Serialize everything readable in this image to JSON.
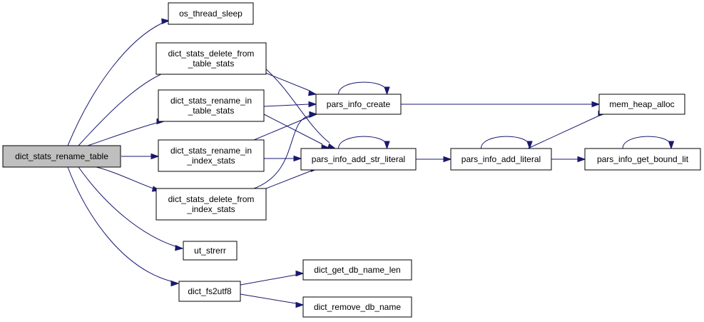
{
  "graph": {
    "colors": {
      "edge": "#191970",
      "root_fill": "#bfbfbf",
      "node_fill": "#ffffff",
      "node_border": "#000000"
    },
    "nodes": [
      {
        "id": "root",
        "label": [
          "dict_stats_rename_table"
        ],
        "root": true
      },
      {
        "id": "os_thread_sleep",
        "label": [
          "os_thread_sleep"
        ]
      },
      {
        "id": "del_table",
        "label": [
          "dict_stats_delete_from",
          "_table_stats"
        ]
      },
      {
        "id": "ren_table",
        "label": [
          "dict_stats_rename_in",
          "_table_stats"
        ]
      },
      {
        "id": "ren_index",
        "label": [
          "dict_stats_rename_in",
          "_index_stats"
        ]
      },
      {
        "id": "del_index",
        "label": [
          "dict_stats_delete_from",
          "_index_stats"
        ]
      },
      {
        "id": "ut_strerr",
        "label": [
          "ut_strerr"
        ]
      },
      {
        "id": "fs2utf8",
        "label": [
          "dict_fs2utf8"
        ]
      },
      {
        "id": "pi_create",
        "label": [
          "pars_info_create"
        ]
      },
      {
        "id": "pi_add_str",
        "label": [
          "pars_info_add_str_literal"
        ]
      },
      {
        "id": "pi_add_lit",
        "label": [
          "pars_info_add_literal"
        ]
      },
      {
        "id": "mem_heap",
        "label": [
          "mem_heap_alloc"
        ]
      },
      {
        "id": "pi_bound",
        "label": [
          "pars_info_get_bound_lit"
        ]
      },
      {
        "id": "db_name_len",
        "label": [
          "dict_get_db_name_len"
        ]
      },
      {
        "id": "remove_db",
        "label": [
          "dict_remove_db_name"
        ]
      }
    ],
    "edges": [
      {
        "from": "root",
        "to": "os_thread_sleep"
      },
      {
        "from": "root",
        "to": "del_table"
      },
      {
        "from": "root",
        "to": "ren_table"
      },
      {
        "from": "root",
        "to": "ren_index"
      },
      {
        "from": "root",
        "to": "del_index"
      },
      {
        "from": "root",
        "to": "ut_strerr"
      },
      {
        "from": "root",
        "to": "fs2utf8"
      },
      {
        "from": "del_table",
        "to": "pi_create"
      },
      {
        "from": "del_table",
        "to": "pi_add_str"
      },
      {
        "from": "ren_table",
        "to": "pi_create"
      },
      {
        "from": "ren_table",
        "to": "pi_add_str"
      },
      {
        "from": "ren_index",
        "to": "pi_create"
      },
      {
        "from": "ren_index",
        "to": "pi_add_str"
      },
      {
        "from": "del_index",
        "to": "pi_create"
      },
      {
        "from": "del_index",
        "to": "pi_add_str"
      },
      {
        "from": "pi_create",
        "to": "pi_create"
      },
      {
        "from": "pi_create",
        "to": "mem_heap"
      },
      {
        "from": "pi_add_str",
        "to": "pi_add_str"
      },
      {
        "from": "pi_add_str",
        "to": "pi_add_lit"
      },
      {
        "from": "pi_add_lit",
        "to": "pi_add_lit"
      },
      {
        "from": "pi_add_lit",
        "to": "mem_heap"
      },
      {
        "from": "pi_add_lit",
        "to": "pi_bound"
      },
      {
        "from": "pi_bound",
        "to": "pi_bound"
      },
      {
        "from": "fs2utf8",
        "to": "db_name_len"
      },
      {
        "from": "fs2utf8",
        "to": "remove_db"
      }
    ]
  }
}
